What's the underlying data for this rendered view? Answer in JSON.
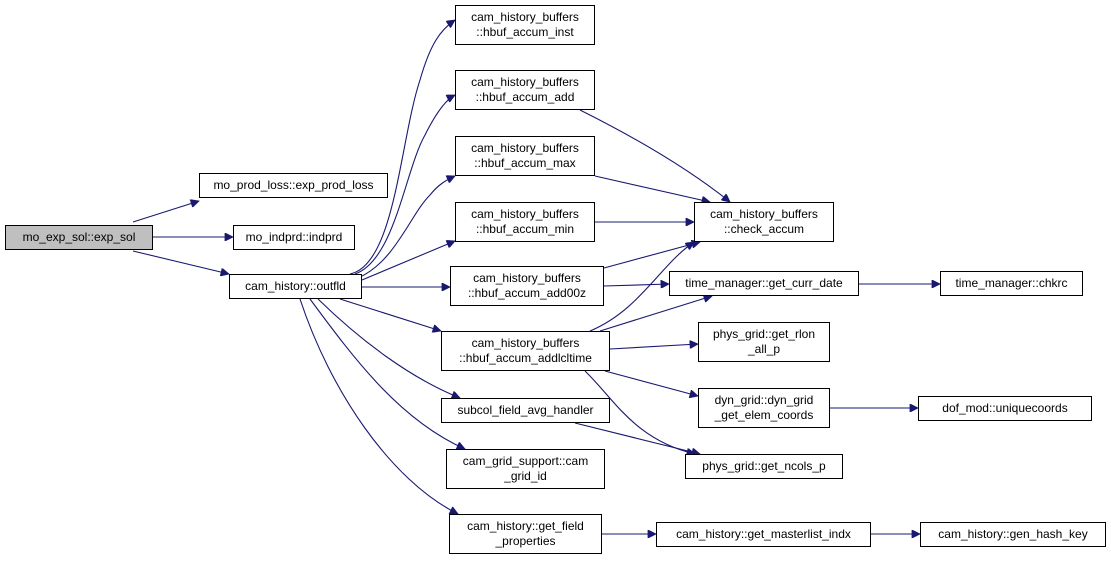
{
  "nodes": {
    "exp_sol": "mo_exp_sol::exp_sol",
    "exp_prod_loss": "mo_prod_loss::exp_prod_loss",
    "indprd": "mo_indprd::indprd",
    "outfld": "cam_history::outfld",
    "hbuf_accum_inst": "cam_history_buffers\n::hbuf_accum_inst",
    "hbuf_accum_add": "cam_history_buffers\n::hbuf_accum_add",
    "hbuf_accum_max": "cam_history_buffers\n::hbuf_accum_max",
    "hbuf_accum_min": "cam_history_buffers\n::hbuf_accum_min",
    "hbuf_accum_add00z": "cam_history_buffers\n::hbuf_accum_add00z",
    "hbuf_accum_addlcltime": "cam_history_buffers\n::hbuf_accum_addlcltime",
    "subcol_field_avg_handler": "subcol_field_avg_handler",
    "cam_grid_id": "cam_grid_support::cam\n_grid_id",
    "get_field_properties": "cam_history::get_field\n_properties",
    "check_accum": "cam_history_buffers\n::check_accum",
    "get_curr_date": "time_manager::get_curr_date",
    "chkrc": "time_manager::chkrc",
    "get_rlon_all_p": "phys_grid::get_rlon\n_all_p",
    "dyn_grid_get_elem_coords": "dyn_grid::dyn_grid\n_get_elem_coords",
    "uniquecoords": "dof_mod::uniquecoords",
    "get_ncols_p": "phys_grid::get_ncols_p",
    "get_masterlist_indx": "cam_history::get_masterlist_indx",
    "gen_hash_key": "cam_history::gen_hash_key"
  },
  "colors": {
    "edge": "#191970",
    "root_fill": "#bfbfbf",
    "node_fill": "#ffffff",
    "border": "#000000"
  }
}
